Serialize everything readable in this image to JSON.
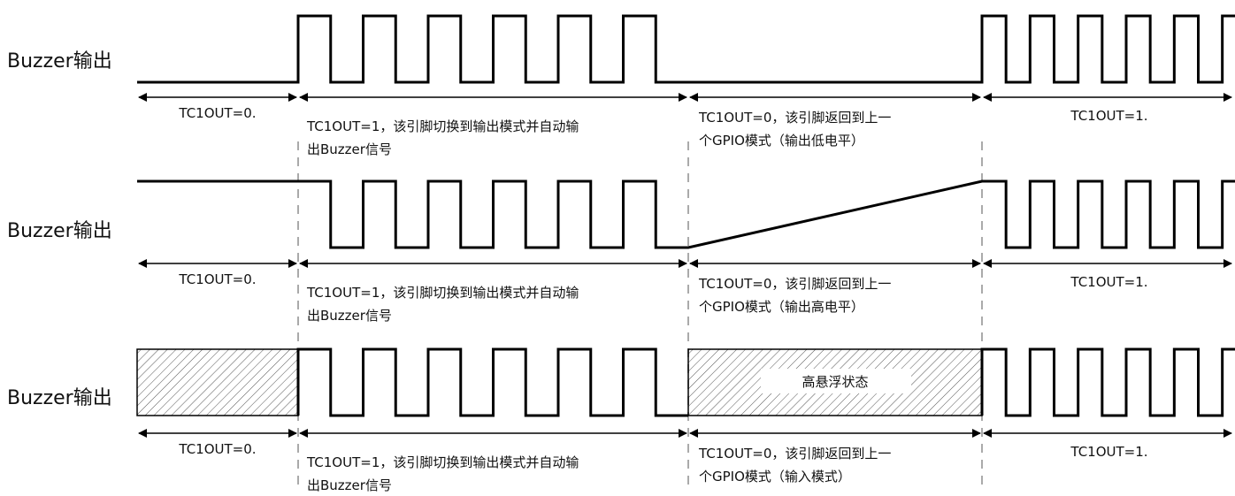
{
  "rows": [
    {
      "label": "Buzzer输出",
      "idle_before": "low",
      "between": "low",
      "hiz_text": "",
      "segments": {
        "s1": "TC1OUT=0.",
        "s2_line1": "TC1OUT=1，该引脚切换到输出模式并自动输",
        "s2_line2": "出Buzzer信号",
        "s3_line1": "TC1OUT=0，该引脚返回到上一",
        "s3_line2": "个GPIO模式（输出低电平）",
        "s4": "TC1OUT=1."
      }
    },
    {
      "label": "Buzzer输出",
      "idle_before": "high",
      "between": "high",
      "hiz_text": "",
      "segments": {
        "s1": "TC1OUT=0.",
        "s2_line1": "TC1OUT=1，该引脚切换到输出模式并自动输",
        "s2_line2": "出Buzzer信号",
        "s3_line1": "TC1OUT=0，该引脚返回到上一",
        "s3_line2": "个GPIO模式（输出高电平）",
        "s4": "TC1OUT=1."
      }
    },
    {
      "label": "Buzzer输出",
      "idle_before": "hiz",
      "between": "hiz",
      "hiz_text": "高悬浮状态",
      "segments": {
        "s1": "TC1OUT=0.",
        "s2_line1": "TC1OUT=1，该引脚切换到输出模式并自动输",
        "s2_line2": "出Buzzer信号",
        "s3_line1": "TC1OUT=0，该引脚返回到上一",
        "s3_line2": "个GPIO模式（输入模式）",
        "s4": "TC1OUT=1."
      }
    }
  ]
}
